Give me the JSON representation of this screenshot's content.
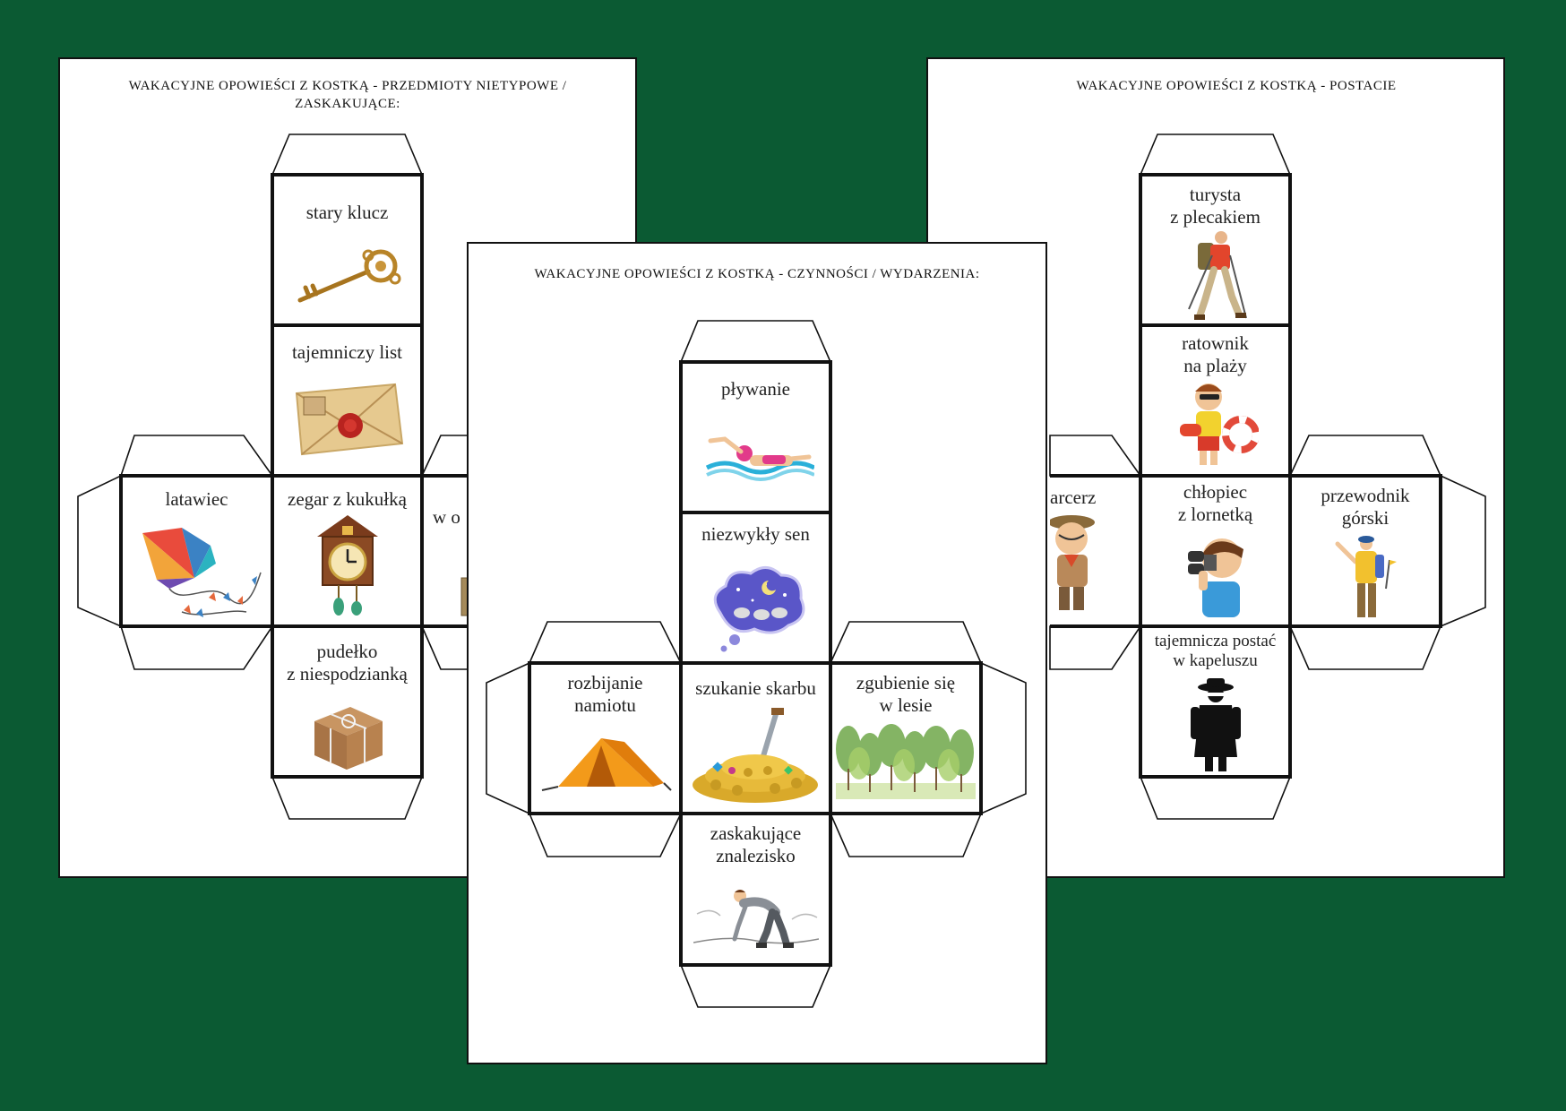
{
  "pages": {
    "left": {
      "title_line1": "WAKACYJNE OPOWIEŚCI Z KOSTKĄ - PRZEDMIOTY NIETYPOWE /",
      "title_line2": "ZASKAKUJĄCE:",
      "faces": {
        "top": "stary klucz",
        "upper_middle": "tajemniczy list",
        "left": "latawiec",
        "center": "zegar z kukułką",
        "right": "w o",
        "bottom_line1": "pudełko",
        "bottom_line2": "z niespodzianką"
      }
    },
    "center": {
      "title": "WAKACYJNE OPOWIEŚCI Z KOSTKĄ - CZYNNOŚCI / WYDARZENIA:",
      "faces": {
        "top": "pływanie",
        "upper_middle": "niezwykły sen",
        "left_line1": "rozbijanie",
        "left_line2": "namiotu",
        "center": "szukanie skarbu",
        "right_line1": "zgubienie się",
        "right_line2": "w lesie",
        "bottom_line1": "zaskakujące",
        "bottom_line2": "znalezisko"
      }
    },
    "right": {
      "title": "WAKACYJNE OPOWIEŚCI Z KOSTKĄ - POSTACIE",
      "faces": {
        "top_line1": "turysta",
        "top_line2": "z plecakiem",
        "upper_middle_line1": "ratownik",
        "upper_middle_line2": "na plaży",
        "left": "arcerz",
        "center_line1": "chłopiec",
        "center_line2": "z lornetką",
        "right_line1": "przewodnik",
        "right_line2": "górski",
        "bottom_line1": "tajemnicza postać",
        "bottom_line2": "w kapeluszu"
      }
    }
  },
  "icons": [
    "key-icon",
    "letter-icon",
    "kite-icon",
    "cuckoo-clock-icon",
    "gift-box-icon",
    "swimmer-icon",
    "dream-cloud-icon",
    "tent-icon",
    "treasure-icon",
    "forest-icon",
    "digging-man-icon",
    "hiker-icon",
    "lifeguard-icon",
    "scout-icon",
    "boy-binoculars-icon",
    "guide-icon",
    "spy-icon"
  ],
  "colors": {
    "background": "#0b5a33",
    "page": "#ffffff",
    "line": "#111111"
  }
}
